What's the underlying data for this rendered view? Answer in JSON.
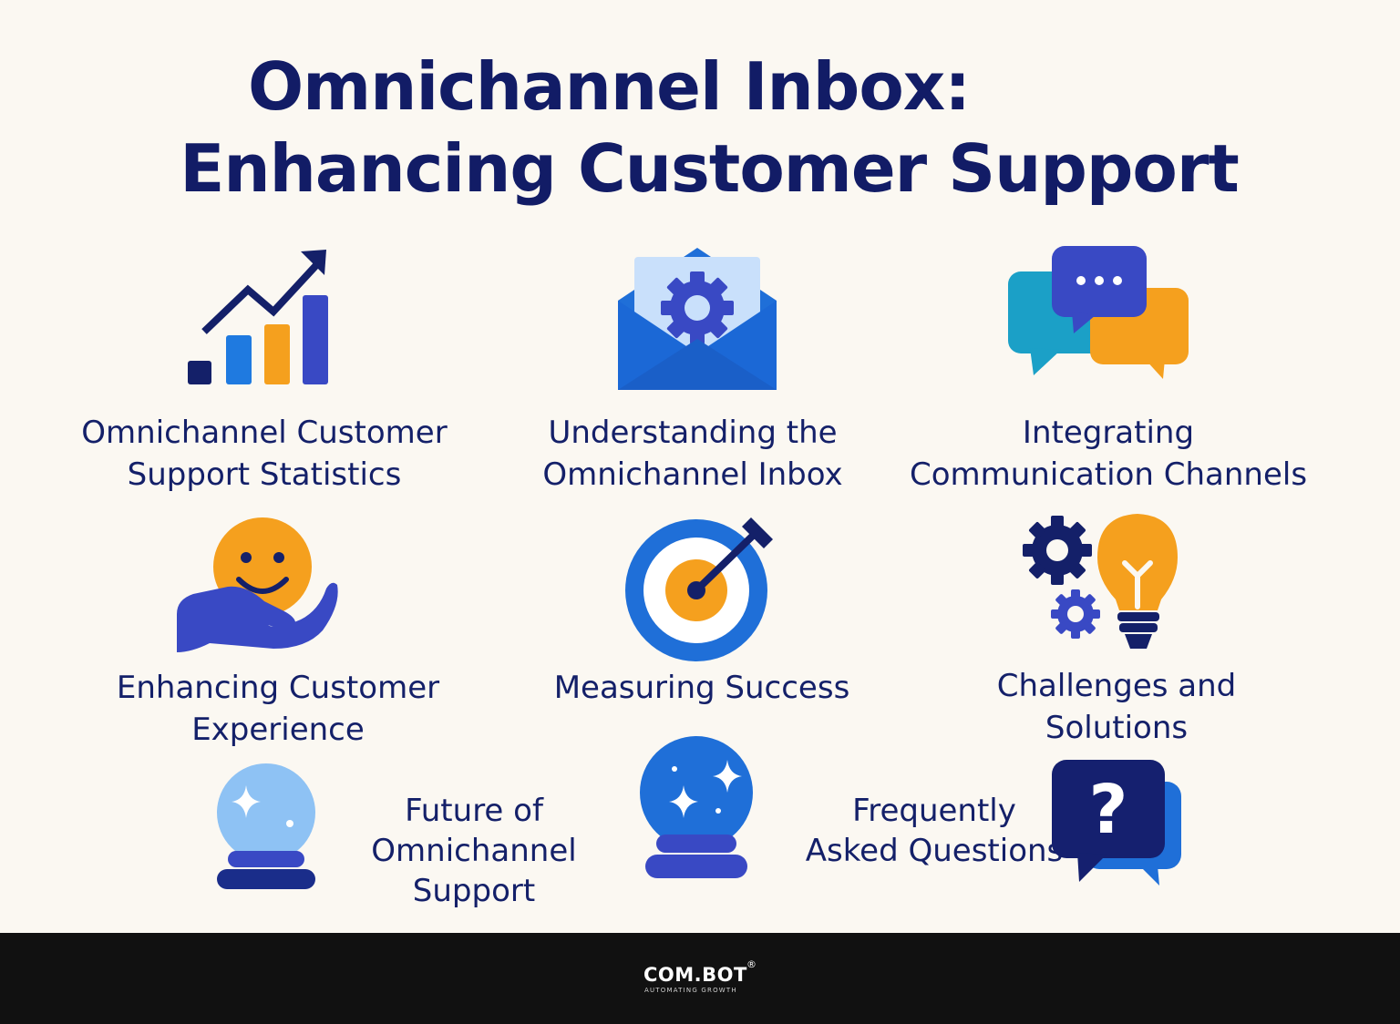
{
  "title": {
    "line1": "Omnichannel Inbox:",
    "line2": "Enhancing Customer Support"
  },
  "items": [
    {
      "label": "Omnichannel Customer\nSupport Statistics",
      "icon": "bar-chart-growth-icon"
    },
    {
      "label": "Understanding the\nOmnichannel Inbox",
      "icon": "envelope-gear-icon"
    },
    {
      "label": "Integrating\nCommunication Channels",
      "icon": "chat-bubbles-icon"
    },
    {
      "label": "Enhancing Customer\nExperience",
      "icon": "hand-smiley-icon"
    },
    {
      "label": "Measuring Success",
      "icon": "target-arrow-icon"
    },
    {
      "label": "Challenges and\nSolutions",
      "icon": "gears-lightbulb-icon"
    },
    {
      "label": "Future of\nOmnichannel\nSupport",
      "icon": "crystal-ball-icon"
    },
    {
      "label": "Frequently\nAsked Questions",
      "icon": "question-bubble-icon"
    }
  ],
  "footer": {
    "brand": "COM.BOT",
    "registered": "®",
    "tagline": "AUTOMATING GROWTH"
  },
  "colors": {
    "navy": "#142069",
    "blue": "#1f6fd8",
    "royal": "#3949c4",
    "orange": "#f5a01e",
    "teal": "#1ba0c7",
    "light_blue": "#c9e0fb",
    "background": "#fbf8f2",
    "footer": "#111111"
  }
}
